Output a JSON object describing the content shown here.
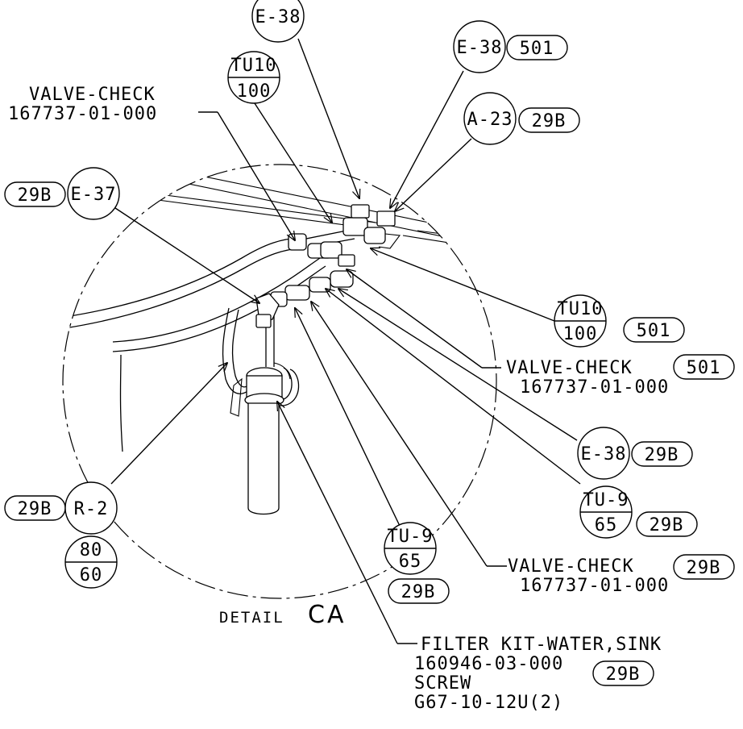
{
  "detail_title": {
    "prefix": "DETAIL",
    "letter": "CA"
  },
  "callouts": {
    "e38_top": "E-38",
    "e38_501": {
      "ref": "E-38",
      "qty": "501"
    },
    "tu10_100_top": {
      "top": "TU10",
      "bottom": "100"
    },
    "a23": {
      "ref": "A-23",
      "qty": "29B"
    },
    "e37": {
      "qty": "29B",
      "ref": "E-37"
    },
    "tu10_100_right": {
      "top": "TU10",
      "bottom": "100",
      "qty": "501"
    },
    "e38_29b": {
      "ref": "E-38",
      "qty": "29B"
    },
    "tu9_right": {
      "top": "TU-9",
      "bottom": "65",
      "qty": "29B"
    },
    "tu9_bottom": {
      "top": "TU-9",
      "bottom": "65",
      "qty": "29B"
    },
    "r2": {
      "qty": "29B",
      "ref": "R-2",
      "top": "80",
      "bottom": "60"
    }
  },
  "labels": {
    "valve_check_top": {
      "line1": "VALVE-CHECK",
      "line2": "167737-01-000"
    },
    "valve_check_501": {
      "line1": "VALVE-CHECK",
      "line2": "167737-01-000",
      "qty": "501"
    },
    "valve_check_29b": {
      "line1": "VALVE-CHECK",
      "line2": "167737-01-000",
      "qty": "29B"
    },
    "filter_kit": {
      "line1": "FILTER KIT-WATER,SINK",
      "line2": "160946-03-000",
      "line3": "SCREW",
      "line4": "G67-10-12U(2)",
      "qty": "29B"
    }
  }
}
